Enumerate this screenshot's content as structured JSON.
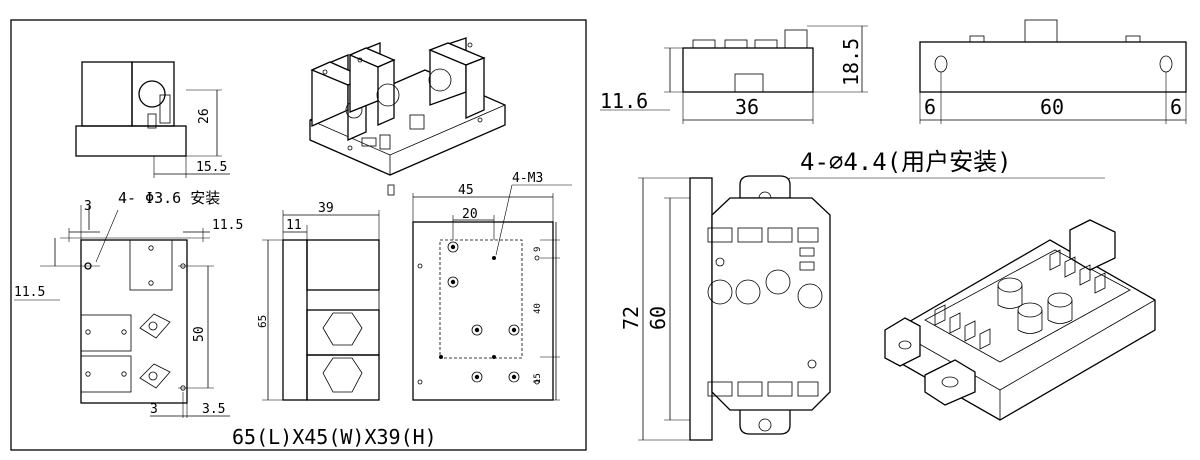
{
  "left_sheet": {
    "side_view_dim_height": "26",
    "side_view_dim_width": "15.5",
    "mount_hole_note": "4- Φ3.6 安装",
    "dim_top_3": "3",
    "dim_top_11_5": "11.5",
    "dim_left_11_5": "11.5",
    "dim_50": "50",
    "dim_bottom_3": "3",
    "dim_bottom_3_5": "3.5",
    "dim_39": "39",
    "dim_11": "11",
    "dim_65": "65",
    "dim_45": "45",
    "thread_note": "4-M3",
    "dim_20": "20",
    "dim_9": "9",
    "dim_40": "40",
    "dim_15": "15",
    "overall_size": "65(L)X45(W)X39(H)"
  },
  "right_sheet": {
    "dim_11_6": "11.6",
    "dim_36": "36",
    "dim_18_5": "18.5",
    "dim_6_left": "6",
    "dim_60_h": "60",
    "dim_6_right": "6",
    "mount_hole_note": "4-⌀4.4(用户安装)",
    "dim_72": "72",
    "dim_60_v": "60"
  }
}
